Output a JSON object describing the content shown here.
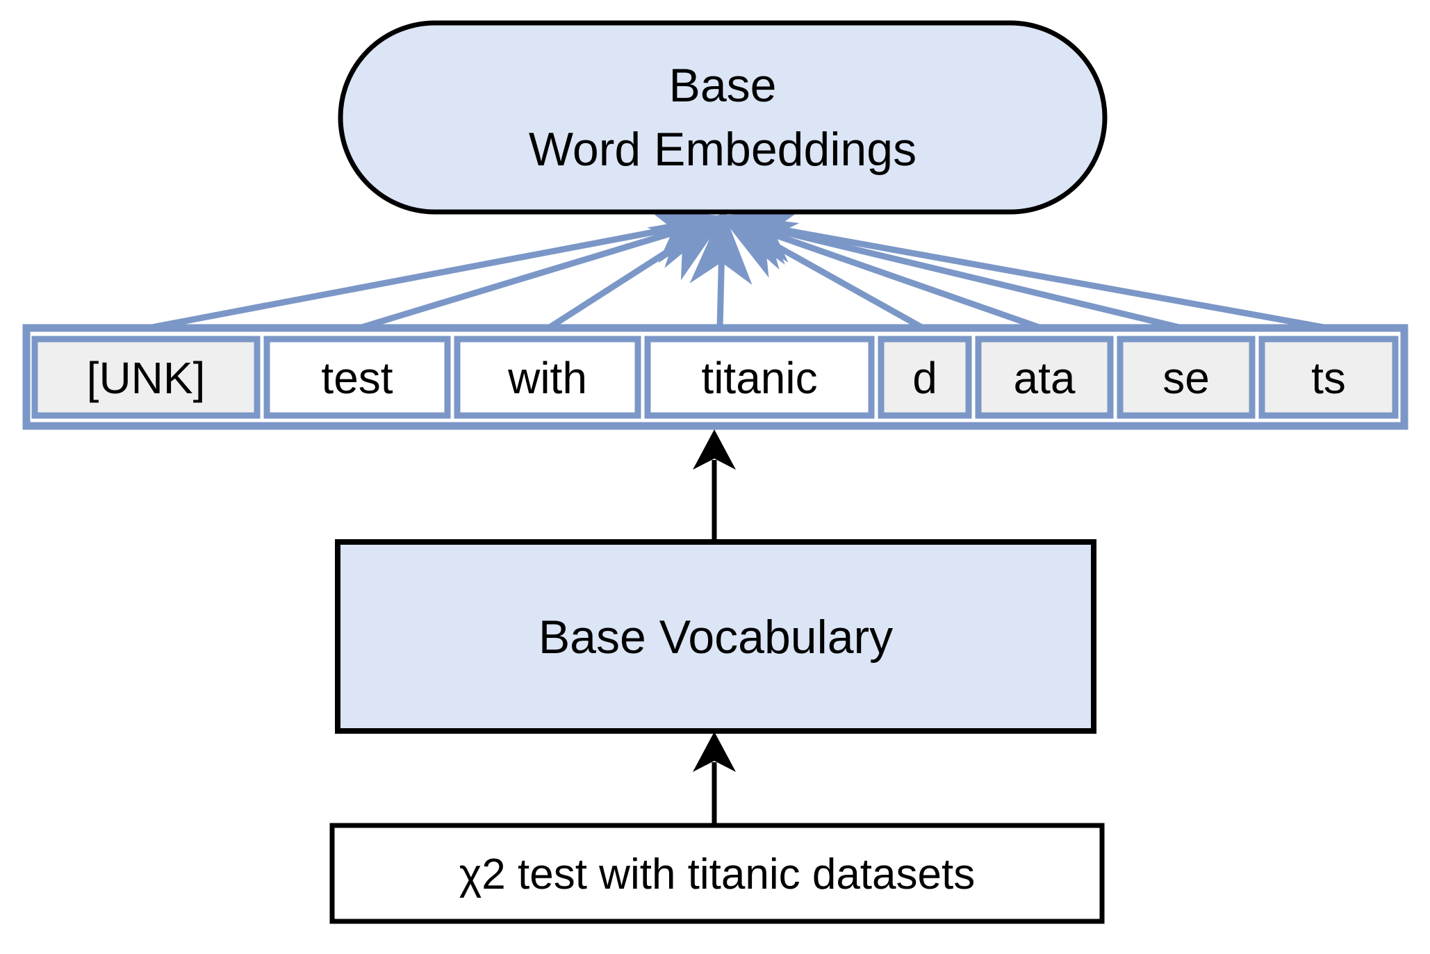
{
  "diagram": {
    "top_node": {
      "label_line1": "Base",
      "label_line2": "Word Embeddings"
    },
    "tokens": {
      "items": [
        {
          "label": "[UNK]",
          "fill": "#efefef"
        },
        {
          "label": "test",
          "fill": "#ffffff"
        },
        {
          "label": "with",
          "fill": "#ffffff"
        },
        {
          "label": "titanic",
          "fill": "#ffffff"
        },
        {
          "label": "d",
          "fill": "#efefef"
        },
        {
          "label": "ata",
          "fill": "#efefef"
        },
        {
          "label": "se",
          "fill": "#efefef"
        },
        {
          "label": "ts",
          "fill": "#efefef"
        }
      ]
    },
    "middle_node": {
      "label": "Base Vocabulary"
    },
    "bottom_node": {
      "label": "χ2 test with titanic datasets"
    },
    "colors": {
      "node_fill_blue": "#dbe5f5",
      "connector_blue": "#7b97c7",
      "token_gray": "#efefef",
      "outline_black": "#000000",
      "background": "#ffffff"
    }
  }
}
